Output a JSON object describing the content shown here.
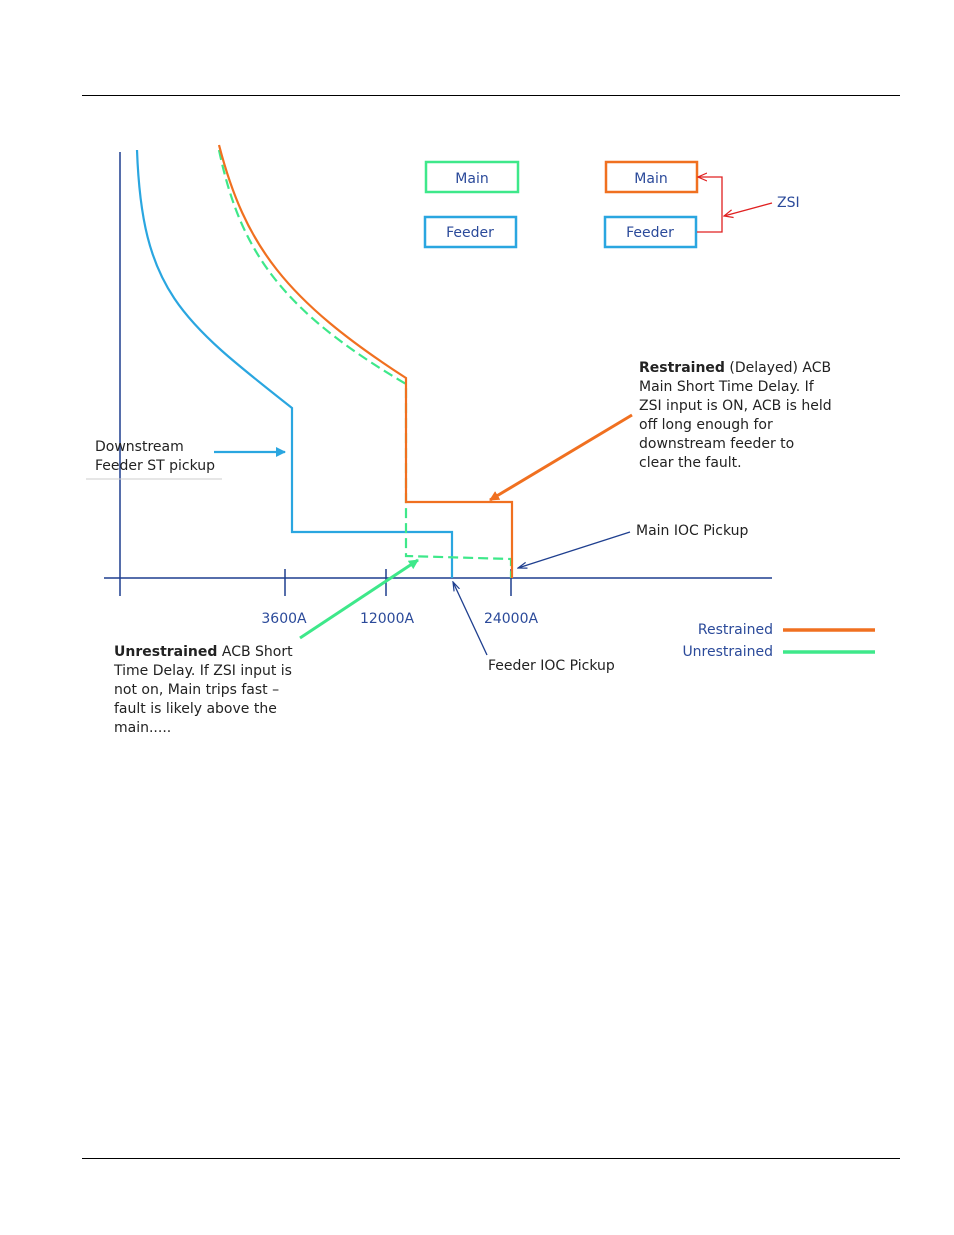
{
  "legend_boxes": {
    "unrestrained_main": "Main",
    "unrestrained_feeder": "Feeder",
    "restrained_main": "Main",
    "restrained_feeder": "Feeder",
    "zsi": "ZSI"
  },
  "axis_ticks": [
    "3600A",
    "12000A",
    "24000A"
  ],
  "annotations": {
    "downstream_line1": "Downstream",
    "downstream_line2": "Feeder ST pickup",
    "restrained_bold": "Restrained",
    "restrained_rest": " (Delayed) ACB",
    "restrained_lines": [
      "Main Short Time Delay. If",
      "ZSI input is ON, ACB is held",
      "off long enough for",
      "downstream feeder to",
      "clear the fault."
    ],
    "main_ioc": "Main IOC Pickup",
    "feeder_ioc": "Feeder IOC Pickup",
    "unrestrained_bold": "Unrestrained",
    "unrestrained_rest": " ACB Short",
    "unrestrained_lines": [
      "Time Delay. If ZSI input is",
      "not on, Main trips fast –",
      "fault is likely above the",
      "main....."
    ]
  },
  "curve_legend": {
    "restrained": "Restrained",
    "unrestrained": "Unrestrained"
  },
  "colors": {
    "orange": "#f07020",
    "green": "#3ee88a",
    "blue": "#2aa6e0",
    "navy": "#1f3f8f",
    "red": "#e02020",
    "text": "#222222",
    "legend_text": "#2b4a9a"
  }
}
